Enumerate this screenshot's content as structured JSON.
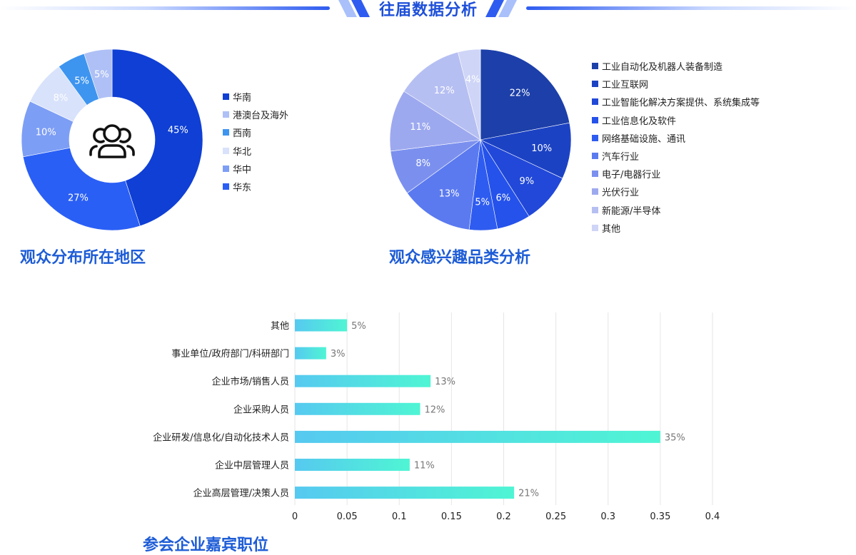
{
  "header": {
    "title": "往届数据分析"
  },
  "colors": {
    "accent": "#1d4fd8",
    "section_title": "#1d5cd6",
    "bar_gradient_start": "#56c9f0",
    "bar_gradient_end": "#4ff5d4"
  },
  "center_icon": "users-group-icon",
  "sections": {
    "region_title": "观众分布所在地区",
    "interest_title": "观众感兴趣品类分析",
    "position_title": "参会企业嘉宾职位"
  },
  "chart_data": [
    {
      "id": "region",
      "type": "pie",
      "donut": true,
      "legend": "right",
      "slices": [
        {
          "label": "华南",
          "value": 45,
          "display": "45%",
          "color": "#0f3fd4"
        },
        {
          "label": "华东",
          "value": 27,
          "display": "27%",
          "color": "#2a5ff5"
        },
        {
          "label": "华中",
          "value": 10,
          "display": "10%",
          "color": "#7d9ef5"
        },
        {
          "label": "华北",
          "value": 8,
          "display": "8%",
          "color": "#d8e2fb"
        },
        {
          "label": "西南",
          "value": 5,
          "display": "5%",
          "color": "#3e95ef"
        },
        {
          "label": "港澳台及海外",
          "value": 5,
          "display": "5%",
          "color": "#aec0f5"
        }
      ],
      "legend_order": [
        "华南",
        "港澳台及海外",
        "西南",
        "华北",
        "华中",
        "华东"
      ]
    },
    {
      "id": "interest",
      "type": "pie",
      "donut": false,
      "legend": "right",
      "slices": [
        {
          "label": "工业自动化及机器人装备制造",
          "value": 22,
          "display": "22%",
          "color": "#1c3fa9"
        },
        {
          "label": "工业互联网",
          "value": 10,
          "display": "10%",
          "color": "#1c42c4"
        },
        {
          "label": "工业智能化解决方案提供、系统集成等",
          "value": 9,
          "display": "9%",
          "color": "#2148d8"
        },
        {
          "label": "工业信息化及软件",
          "value": 6,
          "display": "6%",
          "color": "#2552ea"
        },
        {
          "label": "网络基础设施、通讯",
          "value": 5,
          "display": "5%",
          "color": "#2f5cf0"
        },
        {
          "label": "汽车行业",
          "value": 13,
          "display": "13%",
          "color": "#5b7af0"
        },
        {
          "label": "电子/电器行业",
          "value": 8,
          "display": "8%",
          "color": "#7b90ee"
        },
        {
          "label": "光伏行业",
          "value": 11,
          "display": "11%",
          "color": "#9da9ef"
        },
        {
          "label": "新能源/半导体",
          "value": 12,
          "display": "12%",
          "color": "#b6bff2"
        },
        {
          "label": "其他",
          "value": 4,
          "display": "4%",
          "color": "#cfd5f6"
        }
      ]
    },
    {
      "id": "position",
      "type": "bar",
      "orientation": "horizontal",
      "categories": [
        "其他",
        "事业单位/政府部门/科研部门",
        "企业市场/销售人员",
        "企业采购人员",
        "企业研发/信息化/自动化技术人员",
        "企业中层管理人员",
        "企业高层管理/决策人员"
      ],
      "values": [
        0.05,
        0.03,
        0.13,
        0.12,
        0.35,
        0.11,
        0.21
      ],
      "data_labels": [
        "5%",
        "3%",
        "13%",
        "12%",
        "35%",
        "11%",
        "21%"
      ],
      "xticks": [
        "0",
        "0.05",
        "0.1",
        "0.15",
        "0.2",
        "0.25",
        "0.3",
        "0.35",
        "0.4"
      ],
      "xlim": [
        0,
        0.4
      ],
      "grid": "vertical"
    }
  ]
}
